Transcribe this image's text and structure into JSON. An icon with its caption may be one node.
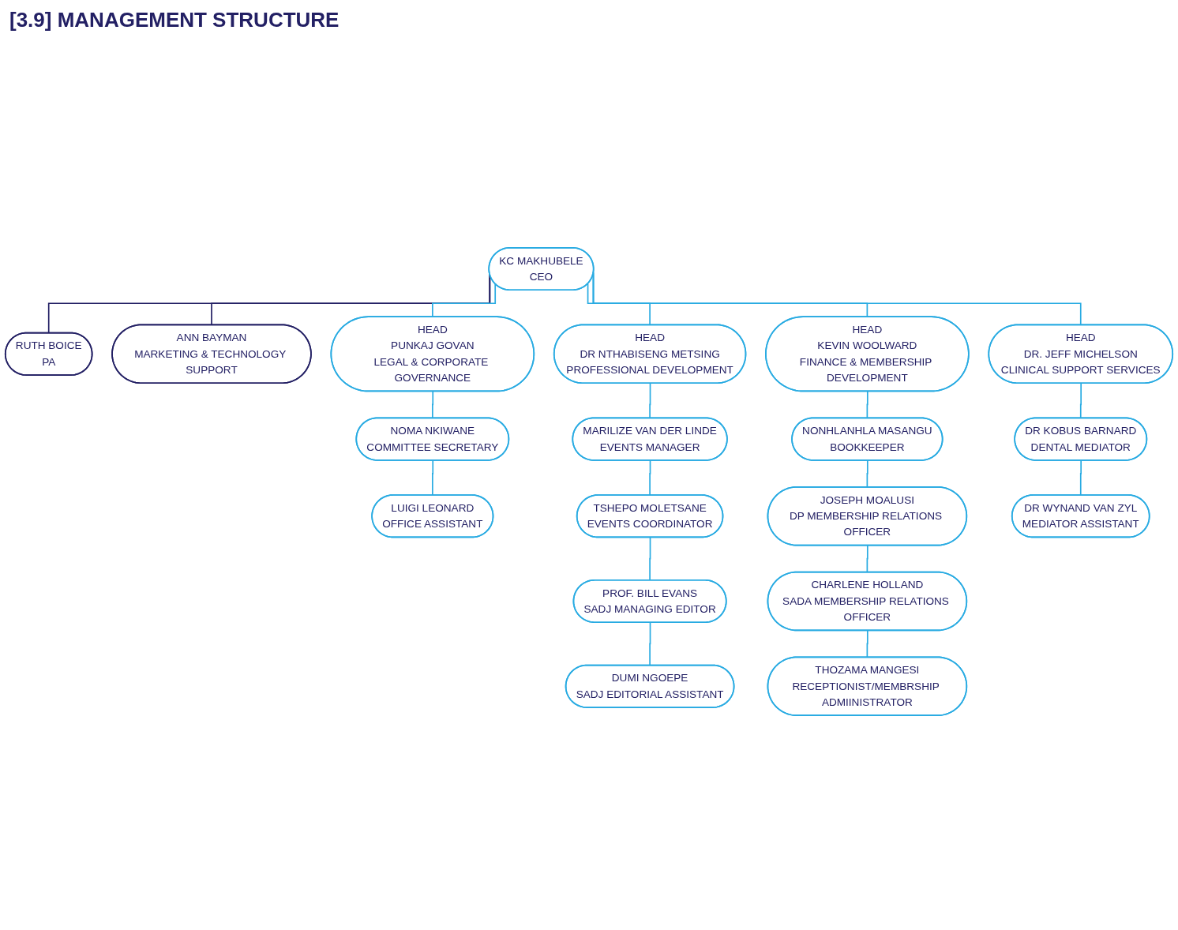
{
  "diagram": {
    "title": "[3.9] MANAGEMENT STRUCTURE",
    "nodes": [
      {
        "text": [
          "KC MAKHUBELE",
          "CEO"
        ]
      },
      {
        "text": [
          "RUTH BOICE",
          "PA"
        ]
      },
      {
        "text": [
          "ANN BAYMAN",
          "MARKETING & TECHNOLOGY SUPPORT"
        ]
      },
      {
        "text": [
          "HEAD",
          "PUNKAJ GOVAN",
          "LEGAL & CORPORATE GOVERNANCE"
        ]
      },
      {
        "text": [
          "NOMA NKIWANE",
          "COMMITTEE SECRETARY"
        ]
      },
      {
        "text": [
          "LUIGI LEONARD",
          "OFFICE ASSISTANT"
        ]
      },
      {
        "text": [
          "HEAD",
          "DR NTHABISENG METSING",
          "PROFESSIONAL DEVELOPMENT"
        ]
      },
      {
        "text": [
          "MARILIZE VAN DER LINDE",
          "EVENTS MANAGER"
        ]
      },
      {
        "text": [
          "TSHEPO MOLETSANE",
          "EVENTS COORDINATOR"
        ]
      },
      {
        "text": [
          "PROF. BILL EVANS",
          "SADJ MANAGING EDITOR"
        ]
      },
      {
        "text": [
          "DUMI NGOEPE",
          "SADJ EDITORIAL ASSISTANT"
        ]
      },
      {
        "text": [
          "HEAD",
          "KEVIN WOOLWARD",
          "FINANCE & MEMBERSHIP DEVELOPMENT"
        ]
      },
      {
        "text": [
          "NONHLANHLA MASANGU",
          "BOOKKEEPER"
        ]
      },
      {
        "text": [
          "JOSEPH MOALUSI",
          "DP MEMBERSHIP RELATIONS OFFICER"
        ]
      },
      {
        "text": [
          "CHARLENE HOLLAND",
          "SADA MEMBERSHIP RELATIONS OFFICER"
        ]
      },
      {
        "text": [
          "THOZAMA MANGESI",
          "RECEPTIONIST/MEMBRSHIP ADMIINISTRATOR"
        ]
      },
      {
        "text": [
          "HEAD",
          "DR. JEFF MICHELSON",
          "CLINICAL SUPPORT SERVICES"
        ]
      },
      {
        "text": [
          "DR KOBUS BARNARD",
          "DENTAL MEDIATOR"
        ]
      },
      {
        "text": [
          "DR WYNAND VAN ZYL",
          "MEDIATOR ASSISTANT"
        ]
      }
    ],
    "edges": [
      {
        "from": 0,
        "to": 1,
        "arrow": "none",
        "color": "#232064"
      },
      {
        "from": 0,
        "to": 2,
        "arrow": "none",
        "color": "#232064"
      },
      {
        "from": 0,
        "to": 3,
        "arrow": "none"
      },
      {
        "from": 3,
        "to": 4,
        "arrow": "none"
      },
      {
        "from": 4,
        "to": 5,
        "arrow": "none"
      },
      {
        "from": 0,
        "to": 6,
        "arrow": "none"
      },
      {
        "from": 6,
        "to": 7,
        "arrow": "none"
      },
      {
        "from": 7,
        "to": 8,
        "arrow": "none"
      },
      {
        "from": 8,
        "to": 9,
        "arrow": "none"
      },
      {
        "from": 9,
        "to": 10,
        "arrow": "none"
      },
      {
        "from": 0,
        "to": 11,
        "arrow": "none"
      },
      {
        "from": 11,
        "to": 12,
        "arrow": "none"
      },
      {
        "from": 12,
        "to": 13,
        "arrow": "none"
      },
      {
        "from": 13,
        "to": 14,
        "arrow": "none"
      },
      {
        "from": 14,
        "to": 15,
        "arrow": "none"
      },
      {
        "from": 0,
        "to": 16,
        "arrow": "none"
      },
      {
        "from": 16,
        "to": 17,
        "arrow": "none"
      },
      {
        "from": 17,
        "to": 18,
        "arrow": "none"
      }
    ]
  }
}
